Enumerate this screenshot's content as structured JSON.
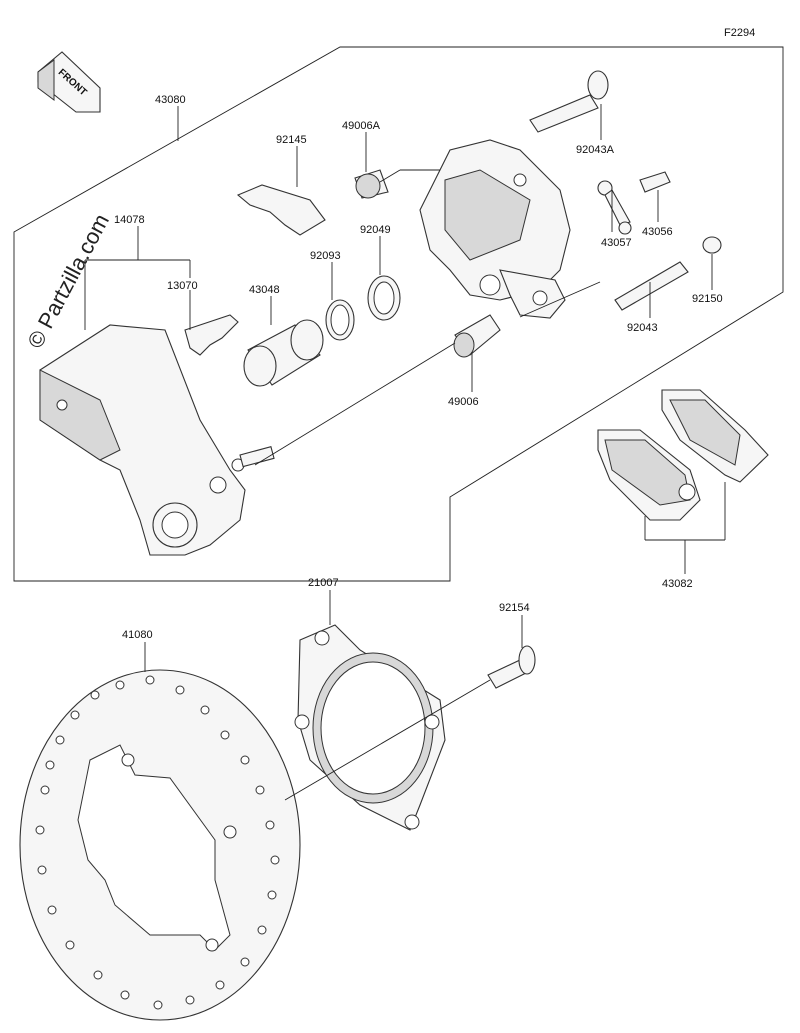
{
  "figure_code": "F2294",
  "front_label": "FRONT",
  "watermark": "© Partzilla.com",
  "callouts": {
    "p43080": "43080",
    "p92145": "92145",
    "p49006A": "49006A",
    "p92043A": "92043A",
    "p14078": "14078",
    "p13070": "13070",
    "p43048": "43048",
    "p92093": "92093",
    "p92049": "92049",
    "p43057": "43057",
    "p43056": "43056",
    "p92150": "92150",
    "p92043": "92043",
    "p49006": "49006",
    "p43082": "43082",
    "p21007": "21007",
    "p92154": "92154",
    "p41080": "41080"
  }
}
